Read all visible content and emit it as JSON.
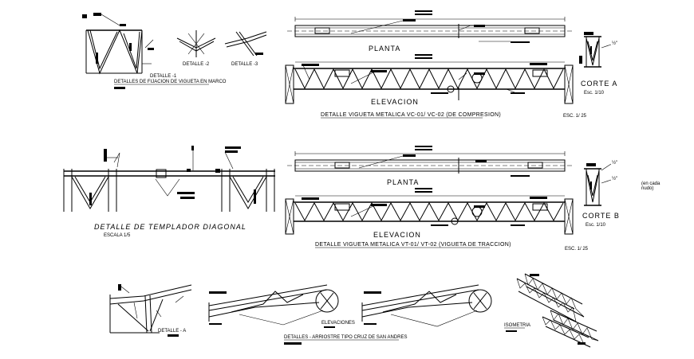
{
  "titles": {
    "detalle_1": "DETALLE -1",
    "detalle_2": "DETALLE -2",
    "detalle_3": "DETALLE -3",
    "fijacion": "DETALLES DE FIJACION DE VIGUETA EN MARCO",
    "vc_title": "DETALLE VIGUETA METALICA VC-01/ VC-02 (DE COMPRESION)",
    "vt_title": "DETALLE VIGUETA METALICA VT-01/ VT-02 (VIGUETA DE TRACCION)",
    "templador": "DETALLE DE TEMPLADOR DIAGONAL",
    "templador_scale": "ESCALA 1/5",
    "detalle_a": "DETALLE - A",
    "elevaciones": "ELEVACIONES",
    "arriostre": "DETALLES - ARRIOSTRE TIPO CRUZ DE SAN ANDRES",
    "isometria": "ISOMETRIA"
  },
  "views": {
    "planta_1": "PLANTA",
    "elevacion_1": "ELEVACION",
    "planta_2": "PLANTA",
    "elevacion_2": "ELEVACION",
    "corte_a": "CORTE A",
    "corte_a_scale": "Esc. 1/10",
    "corte_b": "CORTE B",
    "corte_b_scale": "Esc. 1/10",
    "esc_1": "ESC. 1/ 25",
    "esc_2": "ESC. 1/ 25"
  }
}
